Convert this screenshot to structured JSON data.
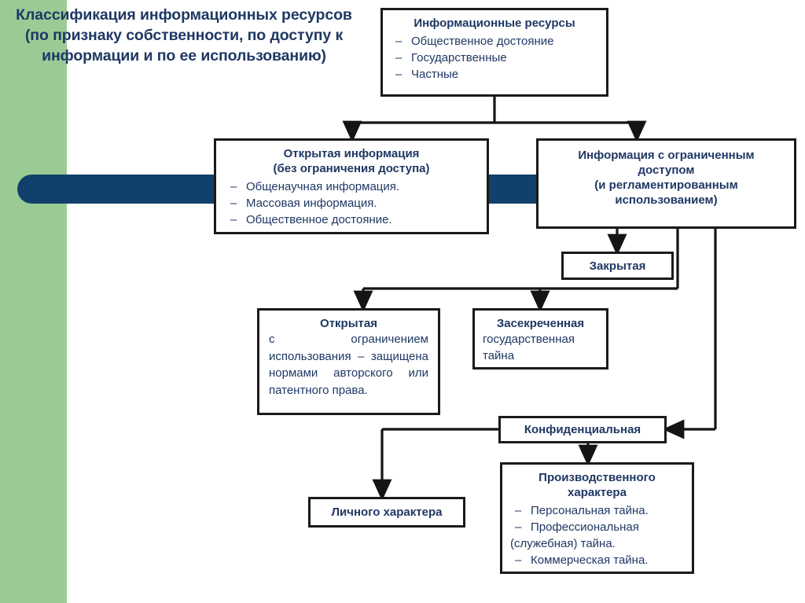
{
  "slide": {
    "title": "Классификация информационных ресурсов (по признаку собственности, по доступу к информации и по ее использованию)",
    "colors": {
      "green_band": "#9BCB95",
      "blue_bar": "#11406C",
      "text_navy": "#1F3864",
      "box_border": "#1A1A1A",
      "box_fill": "#FFFFFF"
    }
  },
  "nodes": {
    "resources": {
      "heading": "Информационные ресурсы",
      "items": [
        "Общественное достояние",
        "Государственные",
        "Частные"
      ]
    },
    "open_info": {
      "heading_line1": "Открытая информация",
      "heading_line2": "(без ограничения доступа)",
      "items": [
        "Общенаучная информация.",
        "Массовая информация.",
        "Общественное достояние."
      ]
    },
    "restricted_info": {
      "heading_line1": "Информация с ограниченным",
      "heading_line2": "доступом",
      "heading_line3": "(и регламентированным",
      "heading_line4": "использованием)"
    },
    "closed": {
      "heading": "Закрытая"
    },
    "open_limited": {
      "heading": "Открытая",
      "body": "с ограничением использования – защищена нормами авторского или патентного права."
    },
    "secret": {
      "heading": "Засекреченная",
      "body_line1": "государственная",
      "body_line2": "тайна"
    },
    "confidential": {
      "heading": "Конфиденциальная"
    },
    "personal": {
      "heading": "Личного характера"
    },
    "production": {
      "heading_line1": "Производственного",
      "heading_line2": "характера",
      "items": [
        "Персональная тайна.",
        "Профессиональная",
        "Коммерческая тайна."
      ],
      "item2_continuation": "(служебная) тайна.",
      "dash": "–"
    }
  },
  "symbols": {
    "dash": "–"
  }
}
